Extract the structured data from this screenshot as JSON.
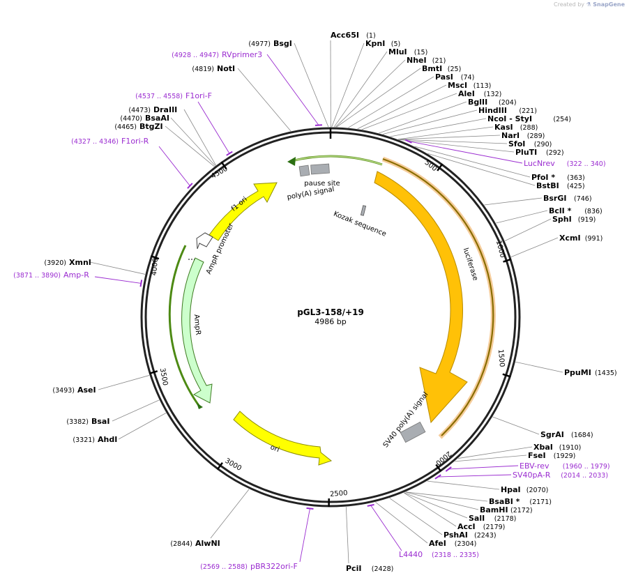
{
  "header": {
    "credit_prefix": "Created by",
    "credit_brand": "SnapGene"
  },
  "plasmid": {
    "name": "pGL3-158/+19",
    "size_label": "4986 bp"
  },
  "colors": {
    "luciferase": "#ffc107",
    "ori": "#ffff00",
    "ampr": "#ccffcc",
    "primer": "#9a2bd0",
    "grey_box": "#a9adb2"
  },
  "ticks": [
    {
      "label": "500"
    },
    {
      "label": "1000"
    },
    {
      "label": "1500"
    },
    {
      "label": "2000"
    },
    {
      "label": "2500"
    },
    {
      "label": "3000"
    },
    {
      "label": "3500"
    },
    {
      "label": "4000"
    },
    {
      "label": "4500"
    }
  ],
  "sites": [
    {
      "name": "Acc65I",
      "pos": "(1)"
    },
    {
      "name": "KpnI",
      "pos": "(5)"
    },
    {
      "name": "MluI",
      "pos": "(15)"
    },
    {
      "name": "NheI",
      "pos": "(21)"
    },
    {
      "name": "BmtI",
      "pos": "(25)"
    },
    {
      "name": "PasI",
      "pos": "(74)"
    },
    {
      "name": "MscI",
      "pos": "(113)"
    },
    {
      "name": "AleI",
      "pos": "(132)"
    },
    {
      "name": "BglII",
      "pos": "(204)"
    },
    {
      "name": "HindIII",
      "pos": "(221)"
    },
    {
      "name": "NcoI  - StyI",
      "pos": "(254)"
    },
    {
      "name": "KasI",
      "pos": "(288)"
    },
    {
      "name": "NarI",
      "pos": "(289)"
    },
    {
      "name": "SfoI",
      "pos": "(290)"
    },
    {
      "name": "PluTI",
      "pos": "(292)"
    },
    {
      "name": "PfoI *",
      "pos": "(363)"
    },
    {
      "name": "BstBI",
      "pos": "(425)"
    },
    {
      "name": "BsrGI",
      "pos": "(746)"
    },
    {
      "name": "BclI *",
      "pos": "(836)"
    },
    {
      "name": "SphI",
      "pos": "(919)"
    },
    {
      "name": "XcmI",
      "pos": "(991)"
    },
    {
      "name": "PpuMI",
      "pos": "(1435)"
    },
    {
      "name": "SgrAI",
      "pos": "(1684)"
    },
    {
      "name": "XbaI",
      "pos": "(1910)"
    },
    {
      "name": "FseI",
      "pos": "(1929)"
    },
    {
      "name": "HpaI",
      "pos": "(2070)"
    },
    {
      "name": "BsaBI *",
      "pos": "(2171)"
    },
    {
      "name": "BamHI",
      "pos": "(2172)"
    },
    {
      "name": "SalI",
      "pos": "(2178)"
    },
    {
      "name": "AccI",
      "pos": "(2179)"
    },
    {
      "name": "PshAI",
      "pos": "(2243)"
    },
    {
      "name": "AfeI",
      "pos": "(2304)"
    },
    {
      "name": "PciI",
      "pos": "(2428)"
    },
    {
      "name": "AlwNI",
      "pos": "(2844)"
    },
    {
      "name": "AhdI",
      "pos": "(3321)"
    },
    {
      "name": "BsaI",
      "pos": "(3382)"
    },
    {
      "name": "AseI",
      "pos": "(3493)"
    },
    {
      "name": "XmnI",
      "pos": "(3920)"
    },
    {
      "name": "BtgZI",
      "pos": "(4465)"
    },
    {
      "name": "BsaAI",
      "pos": "(4470)"
    },
    {
      "name": "DraIII",
      "pos": "(4473)"
    },
    {
      "name": "NotI",
      "pos": "(4819)"
    },
    {
      "name": "BsgI",
      "pos": "(4977)"
    }
  ],
  "primers": [
    {
      "name": "RVprimer3",
      "range": "(4928 .. 4947)"
    },
    {
      "name": "F1ori-F",
      "range": "(4537 .. 4558)"
    },
    {
      "name": "F1ori-R",
      "range": "(4327 .. 4346)"
    },
    {
      "name": "Amp-R",
      "range": "(3871 .. 3890)"
    },
    {
      "name": "LucNrev",
      "range": "(322 .. 340)"
    },
    {
      "name": "EBV-rev",
      "range": "(1960 .. 1979)"
    },
    {
      "name": "SV40pA-R",
      "range": "(2014 .. 2033)"
    },
    {
      "name": "L4440",
      "range": "(2318 .. 2335)"
    },
    {
      "name": "pBR322ori-F",
      "range": "(2569 .. 2588)"
    }
  ],
  "features": {
    "pause_site": "pause site",
    "polya_signal": "poly(A) signal",
    "kozak": "Kozak sequence",
    "luciferase": "luciferase",
    "sv40": "SV40 poly(A) signal",
    "ori": "ori",
    "ampr": "AmpR",
    "ampr_promoter": "AmpR promoter",
    "f1ori": "f1 ori"
  }
}
